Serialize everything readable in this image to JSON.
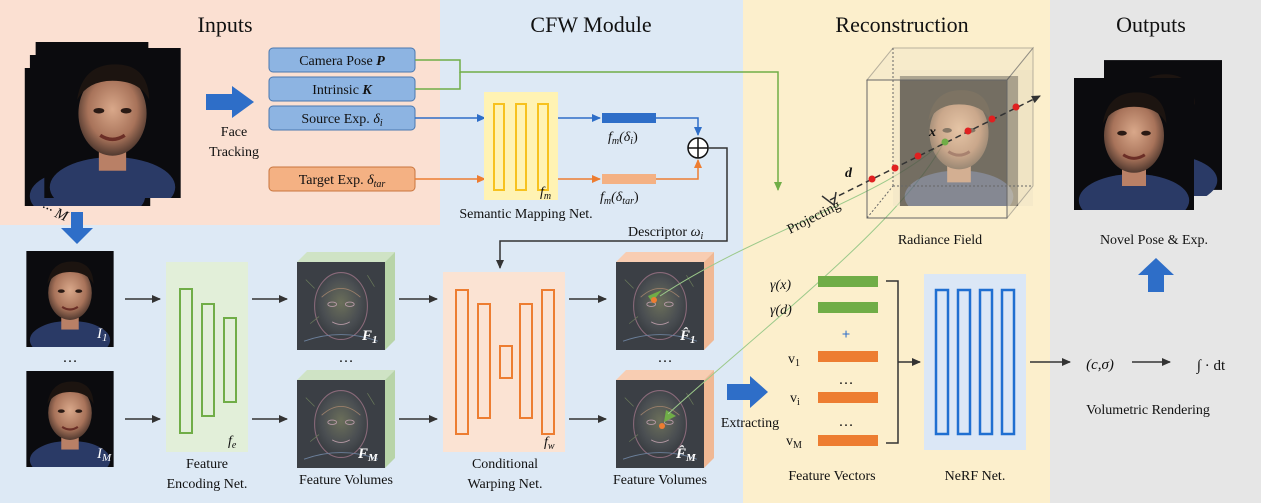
{
  "sections": {
    "inputs": "Inputs",
    "cfw": "CFW Module",
    "reconstruction": "Reconstruction",
    "outputs": "Outputs"
  },
  "inputs": {
    "frames_label": "··· M ···",
    "face_tracking_line1": "Face",
    "face_tracking_line2": "Tracking",
    "camera_pose_text": "Camera Pose ",
    "camera_pose_sym": "P",
    "intrinsic_text": "Intrinsic ",
    "intrinsic_sym": "K",
    "source_exp_text": "Source Exp. ",
    "source_exp_sym": "δ",
    "source_exp_sub": "i",
    "target_exp_text": "Target Exp. ",
    "target_exp_sym": "δ",
    "target_exp_sub": "tar",
    "image_1_label": "I",
    "image_1_sub": "1",
    "image_m_label": "I",
    "image_m_sub": "M",
    "ellipsis": "…"
  },
  "cfw": {
    "semantic_net_label": "Semantic Mapping Net.",
    "fm_label": "f",
    "fm_sub": "m",
    "fm_src_label": "f",
    "fm_src_sub": "m",
    "fm_src_arg": "(δ",
    "fm_src_arg_sub": "i",
    "fm_src_close": ")",
    "fm_tar_label": "f",
    "fm_tar_sub": "m",
    "fm_tar_arg": "(δ",
    "fm_tar_arg_sub": "tar",
    "fm_tar_close": ")",
    "plus_symbol": "⊕",
    "descriptor_text": "Descriptor ",
    "descriptor_sym": "ω",
    "descriptor_sub": "i",
    "encoding_net_line1": "Feature",
    "encoding_net_line2": "Encoding Net.",
    "fe_label": "f",
    "fe_sub": "e",
    "feature_volumes_label": "Feature Volumes",
    "f1_label": "F",
    "f1_sub": "1",
    "fm_vol_label": "F",
    "fm_vol_sub": "M",
    "warping_net_line1": "Conditional",
    "warping_net_line2": "Warping Net.",
    "fw_label": "f",
    "fw_sub": "w",
    "warped_volumes_label": "Feature Volumes",
    "warped_f1_label": "F̂",
    "warped_f1_sub": "1",
    "warped_fm_label": "F̂",
    "warped_fm_sub": "M",
    "ellipsis": "…"
  },
  "reconstruction": {
    "radiance_field_label": "Radiance Field",
    "projecting_label": "Projecting",
    "extracting_label": "Extracting",
    "x_label": "x",
    "d_label": "d",
    "gamma_x": "γ(x)",
    "gamma_d": "γ(d)",
    "plus_sign": "+",
    "v1_label": "v",
    "v1_sub": "1",
    "vi_label": "v",
    "vi_sub": "i",
    "vm_label": "v",
    "vm_sub": "M",
    "ellipsis": "…",
    "feature_vectors_label": "Feature Vectors",
    "nerf_label": "NeRF Net."
  },
  "outputs": {
    "novel_label": "Novel Pose & Exp.",
    "c_sigma": "(c,σ)",
    "integral": "∫ · dt",
    "volumetric_label": "Volumetric Rendering"
  },
  "colors": {
    "inputs_bg": "#fbe0d2",
    "cfw_bg": "#dde9f5",
    "recon_bg": "#fcefcc",
    "outputs_bg": "#e6e6e6",
    "blue_box": "#8db4e2",
    "blue_line": "#2e6ec8",
    "orange_box": "#f4b183",
    "orange_line": "#ed7d31",
    "green": "#70ad47",
    "yellow": "#f7c21e",
    "nerf_blue": "#1f6fd1",
    "red_dot": "#e02020"
  }
}
